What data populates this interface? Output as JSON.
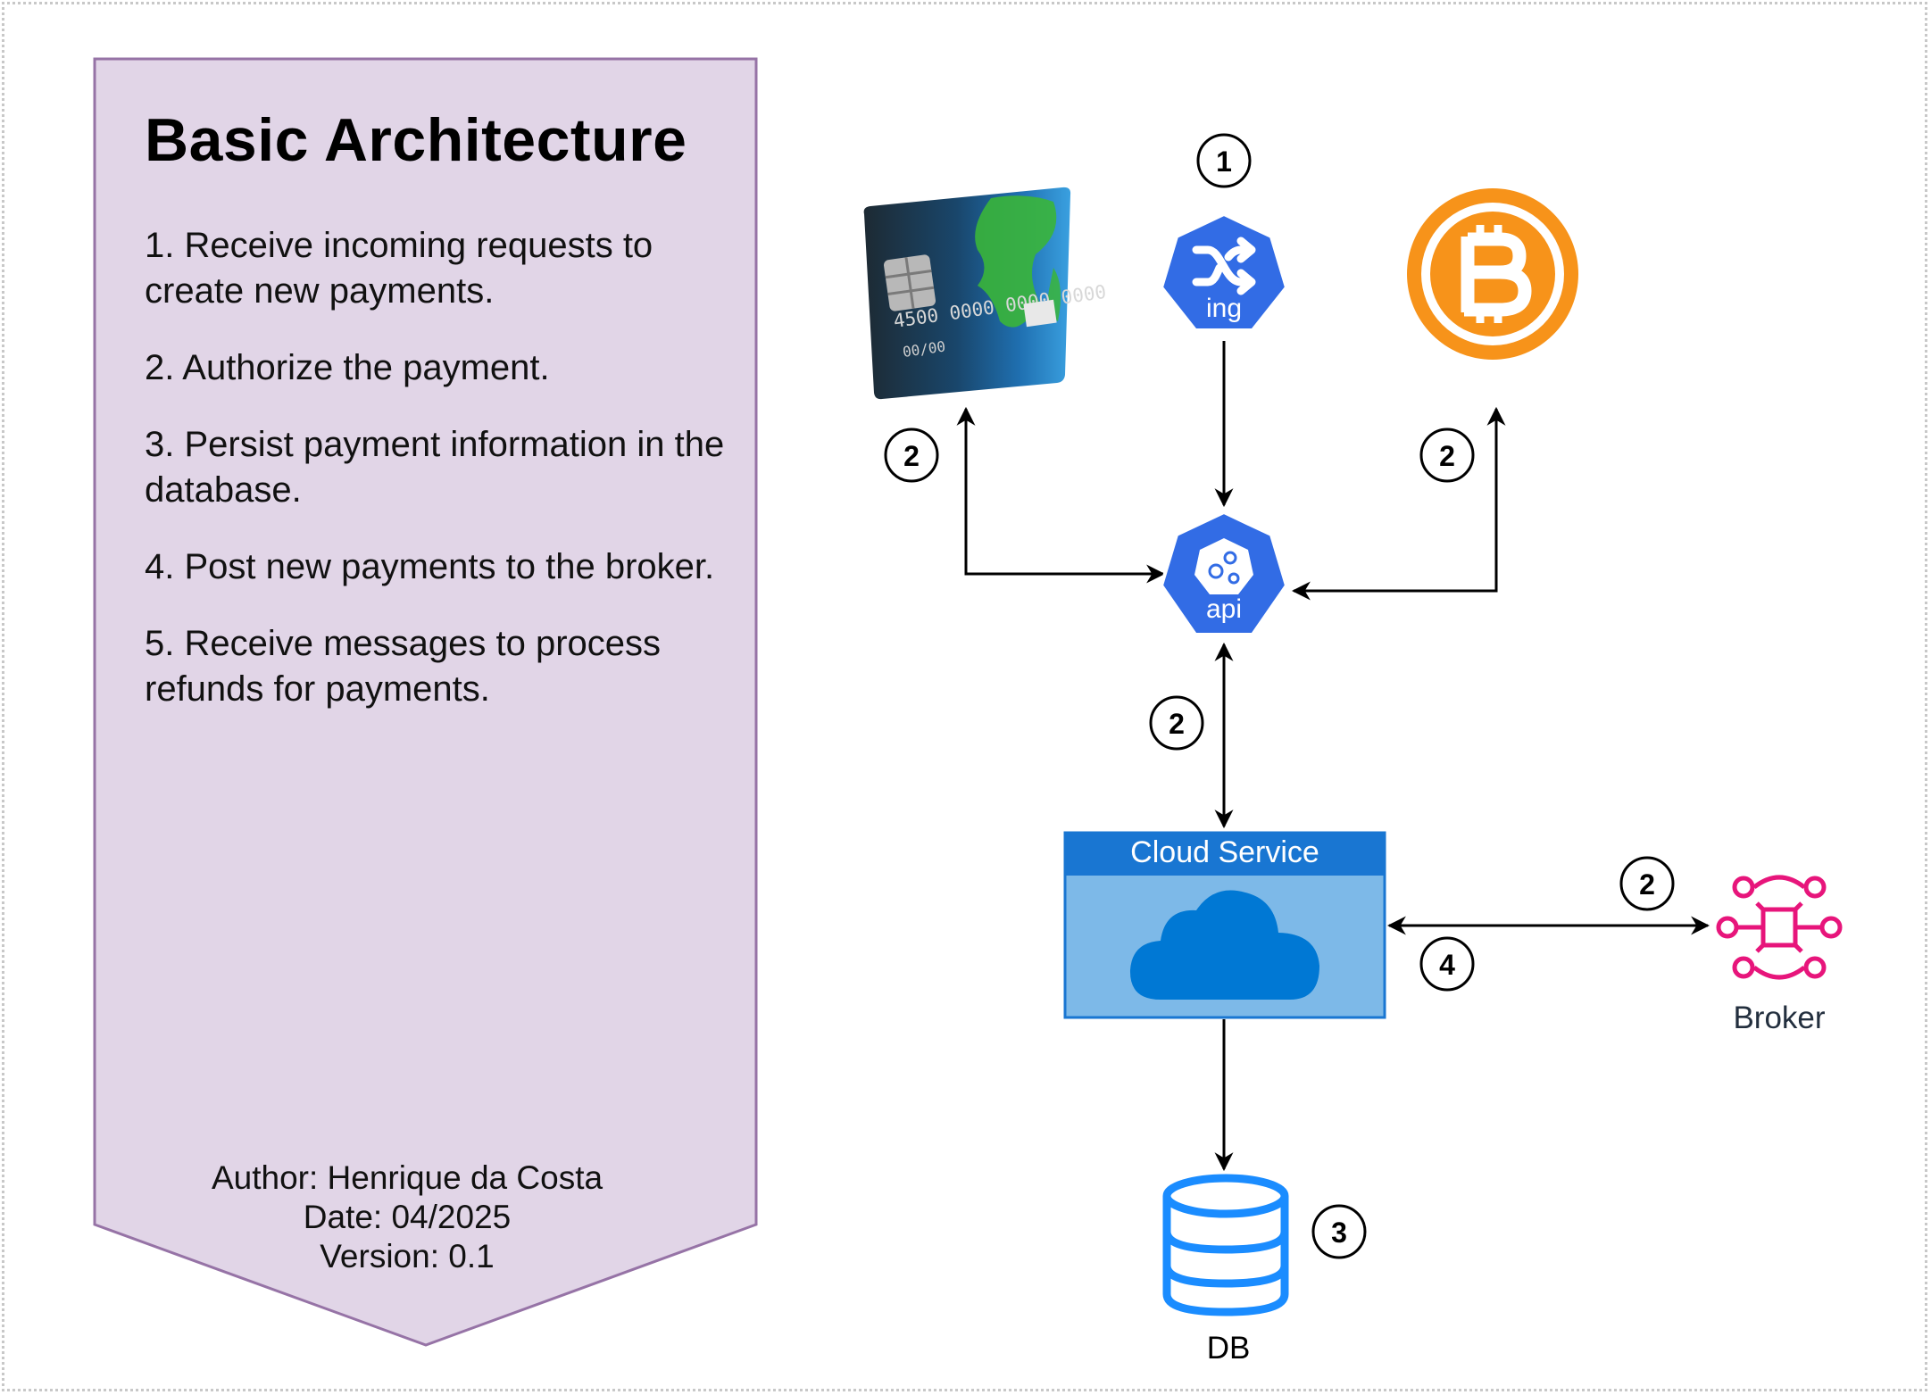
{
  "panel": {
    "title": "Basic Architecture",
    "steps": [
      "1. Receive incoming requests to create new payments.",
      "2. Authorize the payment.",
      "3. Persist payment information in the database.",
      "4. Post new payments to the broker.",
      "5. Receive messages to process refunds for payments."
    ],
    "author": "Author: Henrique da Costa",
    "date": "Date: 04/2025",
    "version": "Version: 0.1"
  },
  "nodes": {
    "ingress": {
      "label": "ing",
      "icon": "kubernetes-ingress-icon"
    },
    "api": {
      "label": "api",
      "icon": "kubernetes-api-icon"
    },
    "card": {
      "icon": "credit-card-icon",
      "card_number": "4500 0000 0000 0000",
      "expiry": "00/00"
    },
    "bitcoin": {
      "icon": "bitcoin-icon"
    },
    "cloud_service": {
      "label": "Cloud Service",
      "icon": "cloud-icon"
    },
    "broker": {
      "label": "Broker",
      "icon": "broker-icon"
    },
    "db": {
      "label": "DB",
      "icon": "database-icon"
    }
  },
  "badges": {
    "ingress": "1",
    "card_auth": "2",
    "bitcoin_auth": "2",
    "api_cloud": "2",
    "cloud_broker": "2",
    "broker_cloud": "4",
    "db": "3"
  },
  "colors": {
    "panel_fill": "#e1d5e7",
    "panel_stroke": "#9673a6",
    "k8s_blue": "#326ce5",
    "cloud_header": "#1976d2",
    "cloud_body": "#7db9e8",
    "cloud_icon": "#0078d4",
    "db_blue": "#1a8cff",
    "broker_pink": "#e7157b",
    "bitcoin_orange": "#f7931a"
  }
}
